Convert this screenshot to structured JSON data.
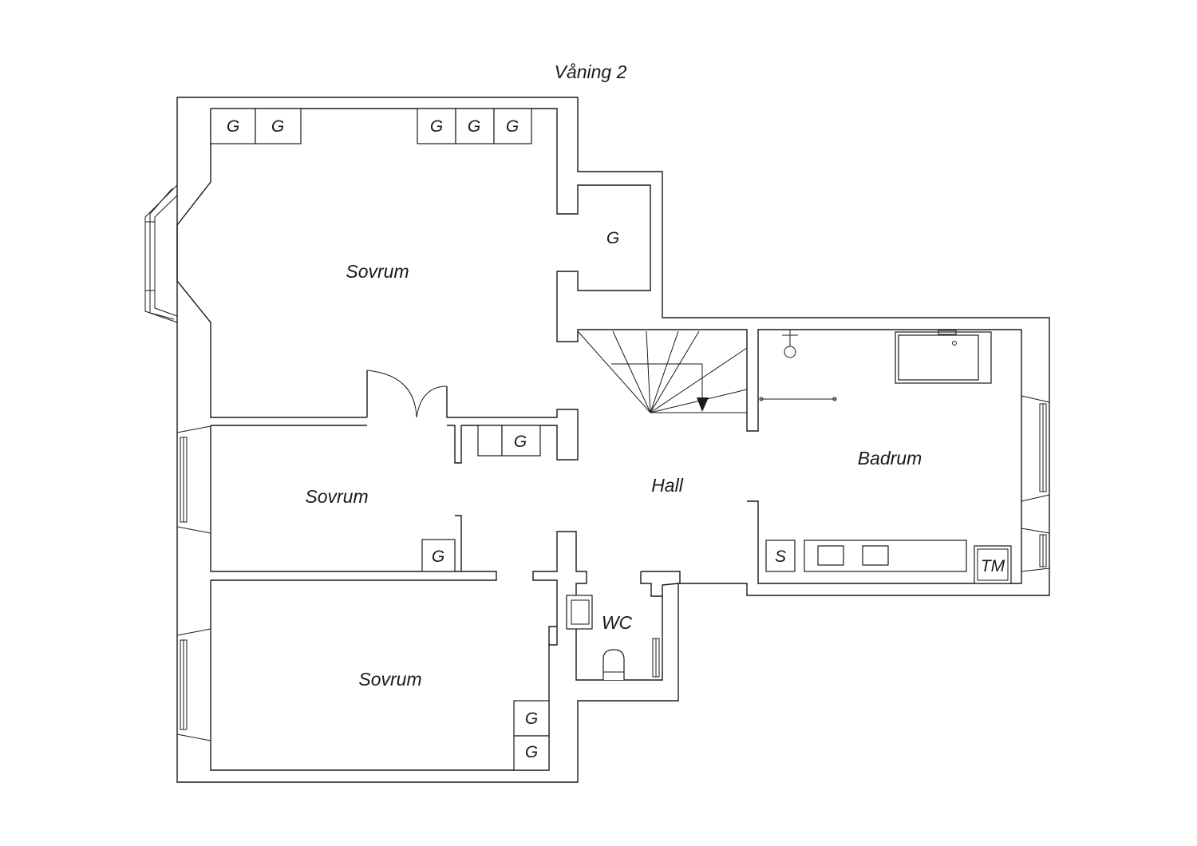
{
  "title": "Våning 2",
  "rooms": {
    "sovrum_top": "Sovrum",
    "sovrum_mid": "Sovrum",
    "sovrum_bottom": "Sovrum",
    "hall": "Hall",
    "badrum": "Badrum",
    "wc": "WC"
  },
  "fixtures": {
    "wardrobe": "G",
    "shower_area": "S",
    "washing_machine": "TM"
  }
}
